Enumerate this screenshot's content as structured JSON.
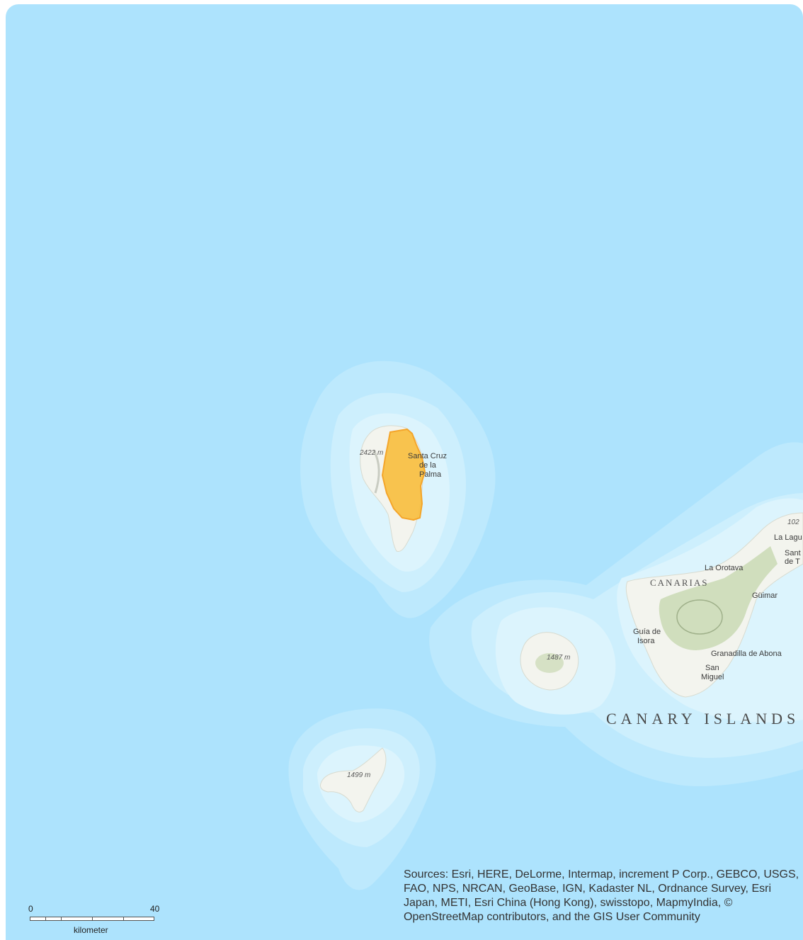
{
  "map": {
    "colors": {
      "ocean": "#ade3fd",
      "shelf_1": "#bde9fd",
      "shelf_2": "#cdeffd",
      "shelf_3": "#dcf4fd",
      "land": "#f3f4ee",
      "forest": "#c9d9b4",
      "highlight_fill": "#f8be3c",
      "highlight_stroke": "#f4a52a"
    },
    "labels": {
      "la_palma_peak": "2422 m",
      "santa_cruz": [
        "Santa Cruz",
        "de la",
        "Palma"
      ],
      "la_gomera_peak": "1487 m",
      "el_hierro_peak": "1499 m",
      "la_orotava": "La Orotava",
      "canarias": "CANARIAS",
      "guimar": "Güimar",
      "guia_de_isora": [
        "Guía de",
        "Isora"
      ],
      "granadilla": "Granadilla de Abona",
      "san_miguel": [
        "San",
        "Miguel"
      ],
      "la_laguna": "La Lagu",
      "santa_cruz_tf": [
        "Sant",
        "de T"
      ],
      "teide_peak": "102",
      "canary_islands": "CANARY ISLANDS"
    },
    "attribution": "Sources: Esri, HERE, DeLorme, Intermap, increment P Corp., GEBCO, USGS, FAO, NPS, NRCAN, GeoBase, IGN, Kadaster NL, Ordnance Survey, Esri Japan, METI, Esri China (Hong Kong), swisstopo, MapmyIndia, © OpenStreetMap contributors, and the GIS User Community",
    "scale": {
      "start": "0",
      "end": "40",
      "unit": "kilometer"
    }
  }
}
